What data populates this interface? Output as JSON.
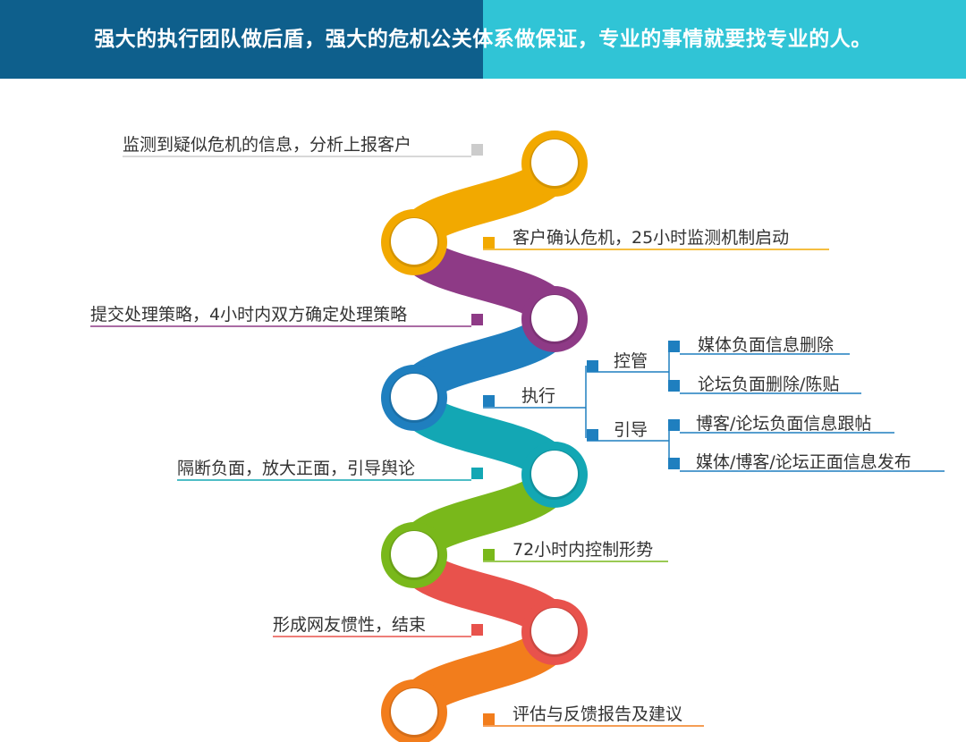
{
  "header": {
    "title": "强大的执行团队做后盾，强大的危机公关体系做保证，专业的事情就要找专业的人。",
    "left_color": "#0e5f8c",
    "right_color": "#30c4d6"
  },
  "steps": [
    {
      "label": "监测到疑似危机的信息，分析上报客户",
      "color": "#cccccc"
    },
    {
      "label": "客户确认危机，25小时监测机制启动",
      "color": "#f2a900"
    },
    {
      "label": "提交处理策略，4小时内双方确定处理策略",
      "color": "#8e3a86"
    },
    {
      "label": "执行",
      "color": "#1f7fbf"
    },
    {
      "label": "隔断负面，放大正面，引导舆论",
      "color": "#13a7b4"
    },
    {
      "label": "72小时内控制形势",
      "color": "#79b81b"
    },
    {
      "label": "形成网友惯性，结束",
      "color": "#e8524c"
    },
    {
      "label": "评估与反馈报告及建议",
      "color": "#f27d1c"
    }
  ],
  "execution_tree": {
    "color": "#1f7fbf",
    "branches": [
      {
        "label": "控管",
        "items": [
          "媒体负面信息删除",
          "论坛负面删除/陈贴"
        ]
      },
      {
        "label": "引导",
        "items": [
          "博客/论坛负面信息跟帖",
          "媒体/博客/论坛正面信息发布"
        ]
      }
    ]
  },
  "ring_colors": [
    "#f2a900",
    "#f2a900",
    "#8e3a86",
    "#1f7fbf",
    "#13a7b4",
    "#79b81b",
    "#e8524c",
    "#f27d1c"
  ]
}
